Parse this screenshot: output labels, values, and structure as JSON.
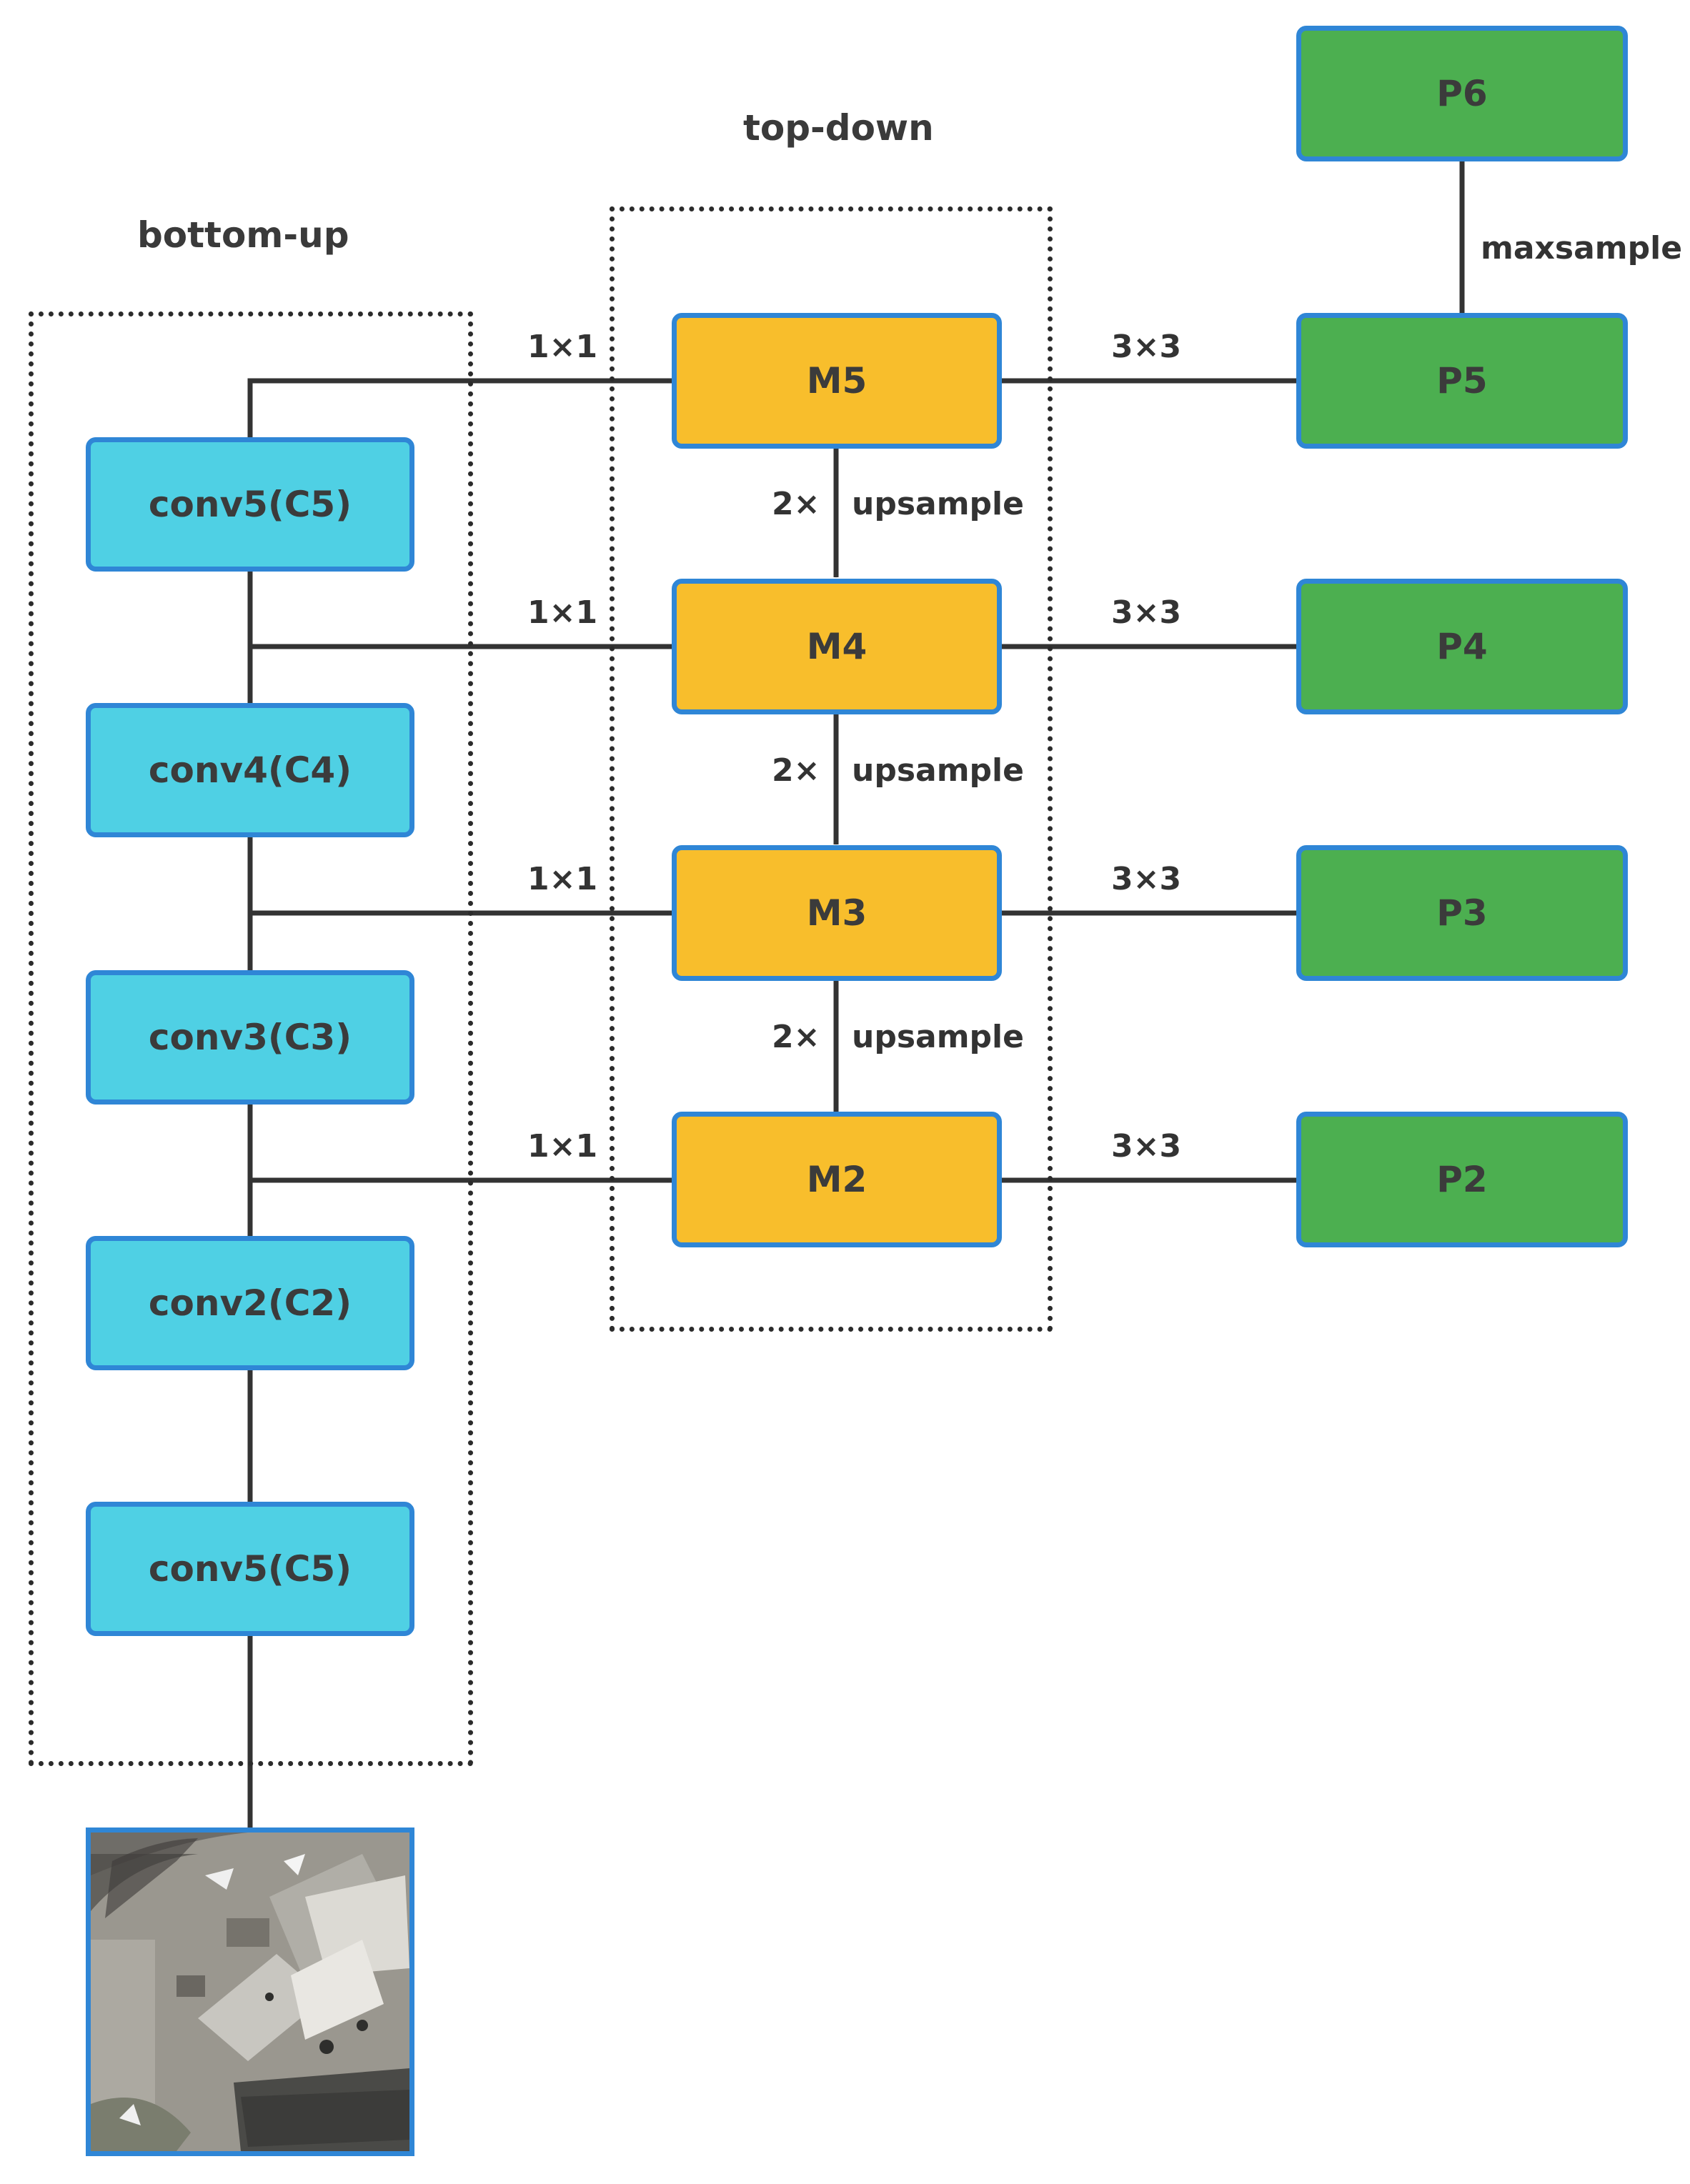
{
  "groups": {
    "bottom_up": "bottom-up",
    "top_down": "top-down"
  },
  "nodes": {
    "c1": "conv5(C5)",
    "c2": "conv2(C2)",
    "c3": "conv3(C3)",
    "c4": "conv4(C4)",
    "c5": "conv5(C5)",
    "m2": "M2",
    "m3": "M3",
    "m4": "M4",
    "m5": "M5",
    "p2": "P2",
    "p3": "P3",
    "p4": "P4",
    "p5": "P5",
    "p6": "P6"
  },
  "edges": {
    "lateral": "1×1",
    "output": "3×3",
    "up_factor": "2×",
    "up_text": "upsample",
    "max": "maxsample"
  },
  "colors": {
    "backbone": "#4fd0e4",
    "topdown": "#f8be2c",
    "pyramid": "#4caf50",
    "border": "#2f86d6",
    "arrow": "#333333"
  },
  "input_image": "aerial-airport-image"
}
